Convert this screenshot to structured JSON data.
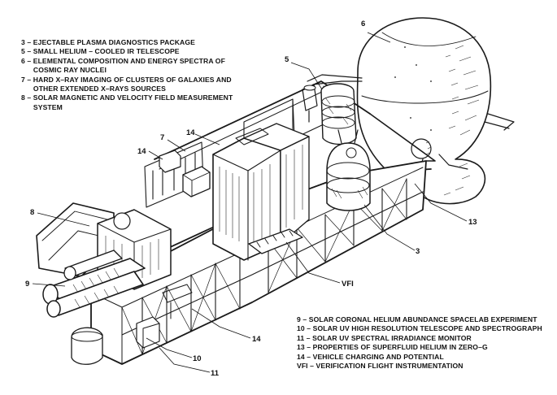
{
  "legend_top": [
    "3 – EJECTABLE PLASMA DIAGNOSTICS PACKAGE",
    "5 – SMALL HELIUM – COOLED IR TELESCOPE",
    "6 – ELEMENTAL COMPOSITION AND ENERGY SPECTRA OF",
    "      COSMIC RAY NUCLEI",
    "7 – HARD X–RAY IMAGING OF CLUSTERS OF GALAXIES AND",
    "      OTHER EXTENDED X–RAYS SOURCES",
    "8 – SOLAR MAGNETIC AND VELOCITY FIELD MEASUREMENT",
    "      SYSTEM"
  ],
  "legend_bottom": [
    "9 – SOLAR CORONAL HELIUM ABUNDANCE SPACELAB EXPERIMENT",
    "10 – SOLAR UV HIGH RESOLUTION TELESCOPE AND SPECTROGRAPH",
    "11 – SOLAR UV SPECTRAL IRRADIANCE MONITOR",
    "13 – PROPERTIES OF SUPERFLUID HELIUM IN ZERO–G",
    "14 – VEHICLE CHARGING AND POTENTIAL",
    "VFI – VERIFICATION FLIGHT INSTRUMENTATION"
  ],
  "callouts": {
    "c6": "6",
    "c5": "5",
    "c14_top": "14",
    "c7": "7",
    "c14_left": "14",
    "c8": "8",
    "c13": "13",
    "c3": "3",
    "c9": "9",
    "cvfi": "VFI",
    "c14_bottom": "14",
    "c10": "10",
    "c11": "11"
  }
}
